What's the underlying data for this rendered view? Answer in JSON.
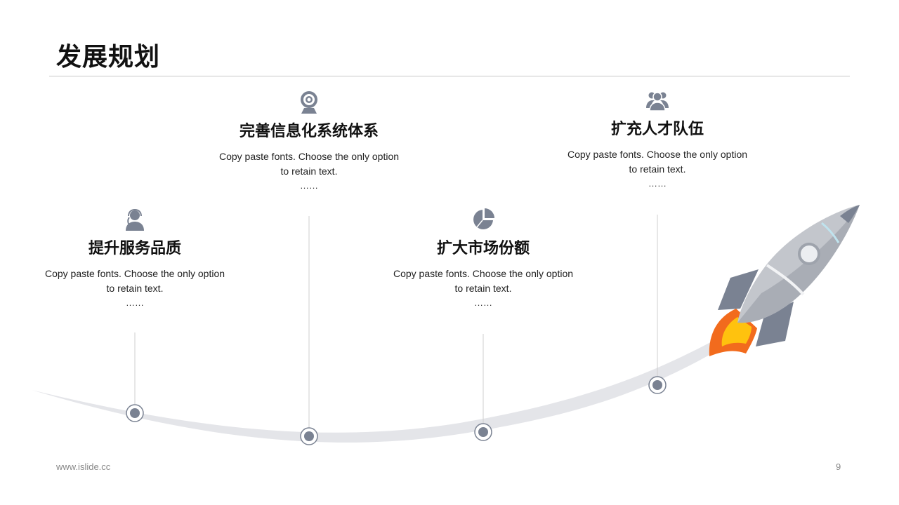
{
  "slide": {
    "title": "发展规划",
    "footer_url": "www.islide.cc",
    "page_number": "9"
  },
  "milestones": [
    {
      "heading": "提升服务品质",
      "text": "Copy paste fonts. Choose the only option to retain text.",
      "ellipsis": "……",
      "icon": "customer-service-icon"
    },
    {
      "heading": "完善信息化系统体系",
      "text": "Copy paste fonts. Choose the only option to retain text.",
      "ellipsis": "……",
      "icon": "webcam-icon"
    },
    {
      "heading": "扩大市场份额",
      "text": "Copy paste fonts. Choose the only option to retain text.",
      "ellipsis": "……",
      "icon": "pie-chart-icon"
    },
    {
      "heading": "扩充人才队伍",
      "text": "Copy paste fonts. Choose the only option to retain text.",
      "ellipsis": "……",
      "icon": "team-icon"
    }
  ],
  "colors": {
    "accent": "#7a8292",
    "trail": "#e4e5e9",
    "rocket_body": "#c3c6cc",
    "flame_outer": "#f26b1d",
    "flame_inner": "#ffc20e"
  }
}
